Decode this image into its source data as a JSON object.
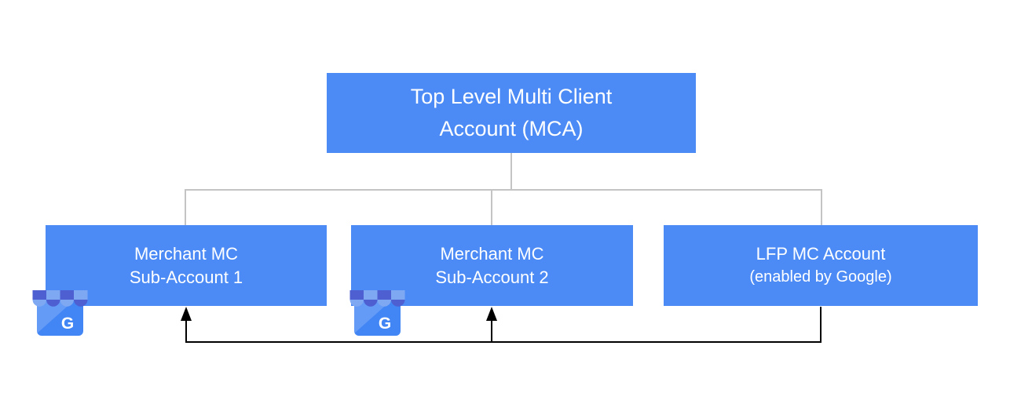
{
  "diagram": {
    "root": {
      "line1": "Top Level Multi Client",
      "line2": "Account (MCA)"
    },
    "children": [
      {
        "line1": "Merchant MC",
        "line2": "Sub-Account 1",
        "has_business_icon": true
      },
      {
        "line1": "Merchant MC",
        "line2": "Sub-Account 2",
        "has_business_icon": true
      },
      {
        "line1": "LFP MC Account",
        "line2": "(enabled by Google)",
        "has_business_icon": false
      }
    ],
    "business_icon": {
      "letter": "G",
      "name": "google-business-storefront"
    },
    "colors": {
      "box_fill": "#4c8bf5",
      "box_text": "#ffffff",
      "tree_line": "#c4c4c4",
      "flow_line": "#000000",
      "icon_body": "#4285f4",
      "awning_light": "#7fa8f3",
      "awning_dark": "#4d5fd1"
    }
  }
}
